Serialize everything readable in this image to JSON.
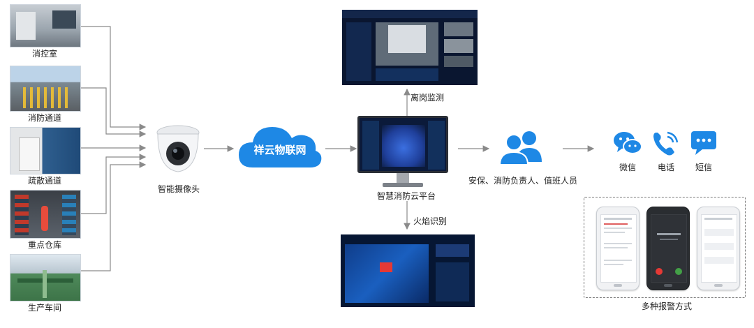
{
  "sources": [
    {
      "label": "消控室"
    },
    {
      "label": "消防通道"
    },
    {
      "label": "疏散通道"
    },
    {
      "label": "重点仓库"
    },
    {
      "label": "生产车间"
    }
  ],
  "camera": {
    "label": "智能摄像头"
  },
  "cloud": {
    "label": "祥云物联网"
  },
  "platform": {
    "label": "智慧消防云平台"
  },
  "top_feature": {
    "label": "离岗监测"
  },
  "bottom_feature": {
    "label": "火焰识别"
  },
  "people": {
    "label": "安保、消防负责人、值班人员"
  },
  "alerts": [
    {
      "label": "微信",
      "icon": "wechat-icon"
    },
    {
      "label": "电话",
      "icon": "phone-icon"
    },
    {
      "label": "短信",
      "icon": "sms-icon"
    }
  ],
  "alarm_methods": {
    "label": "多种报警方式"
  },
  "colors": {
    "arrow": "#8a8a8a",
    "accent": "#1e88e5",
    "dark_screen": "#0a1630"
  }
}
